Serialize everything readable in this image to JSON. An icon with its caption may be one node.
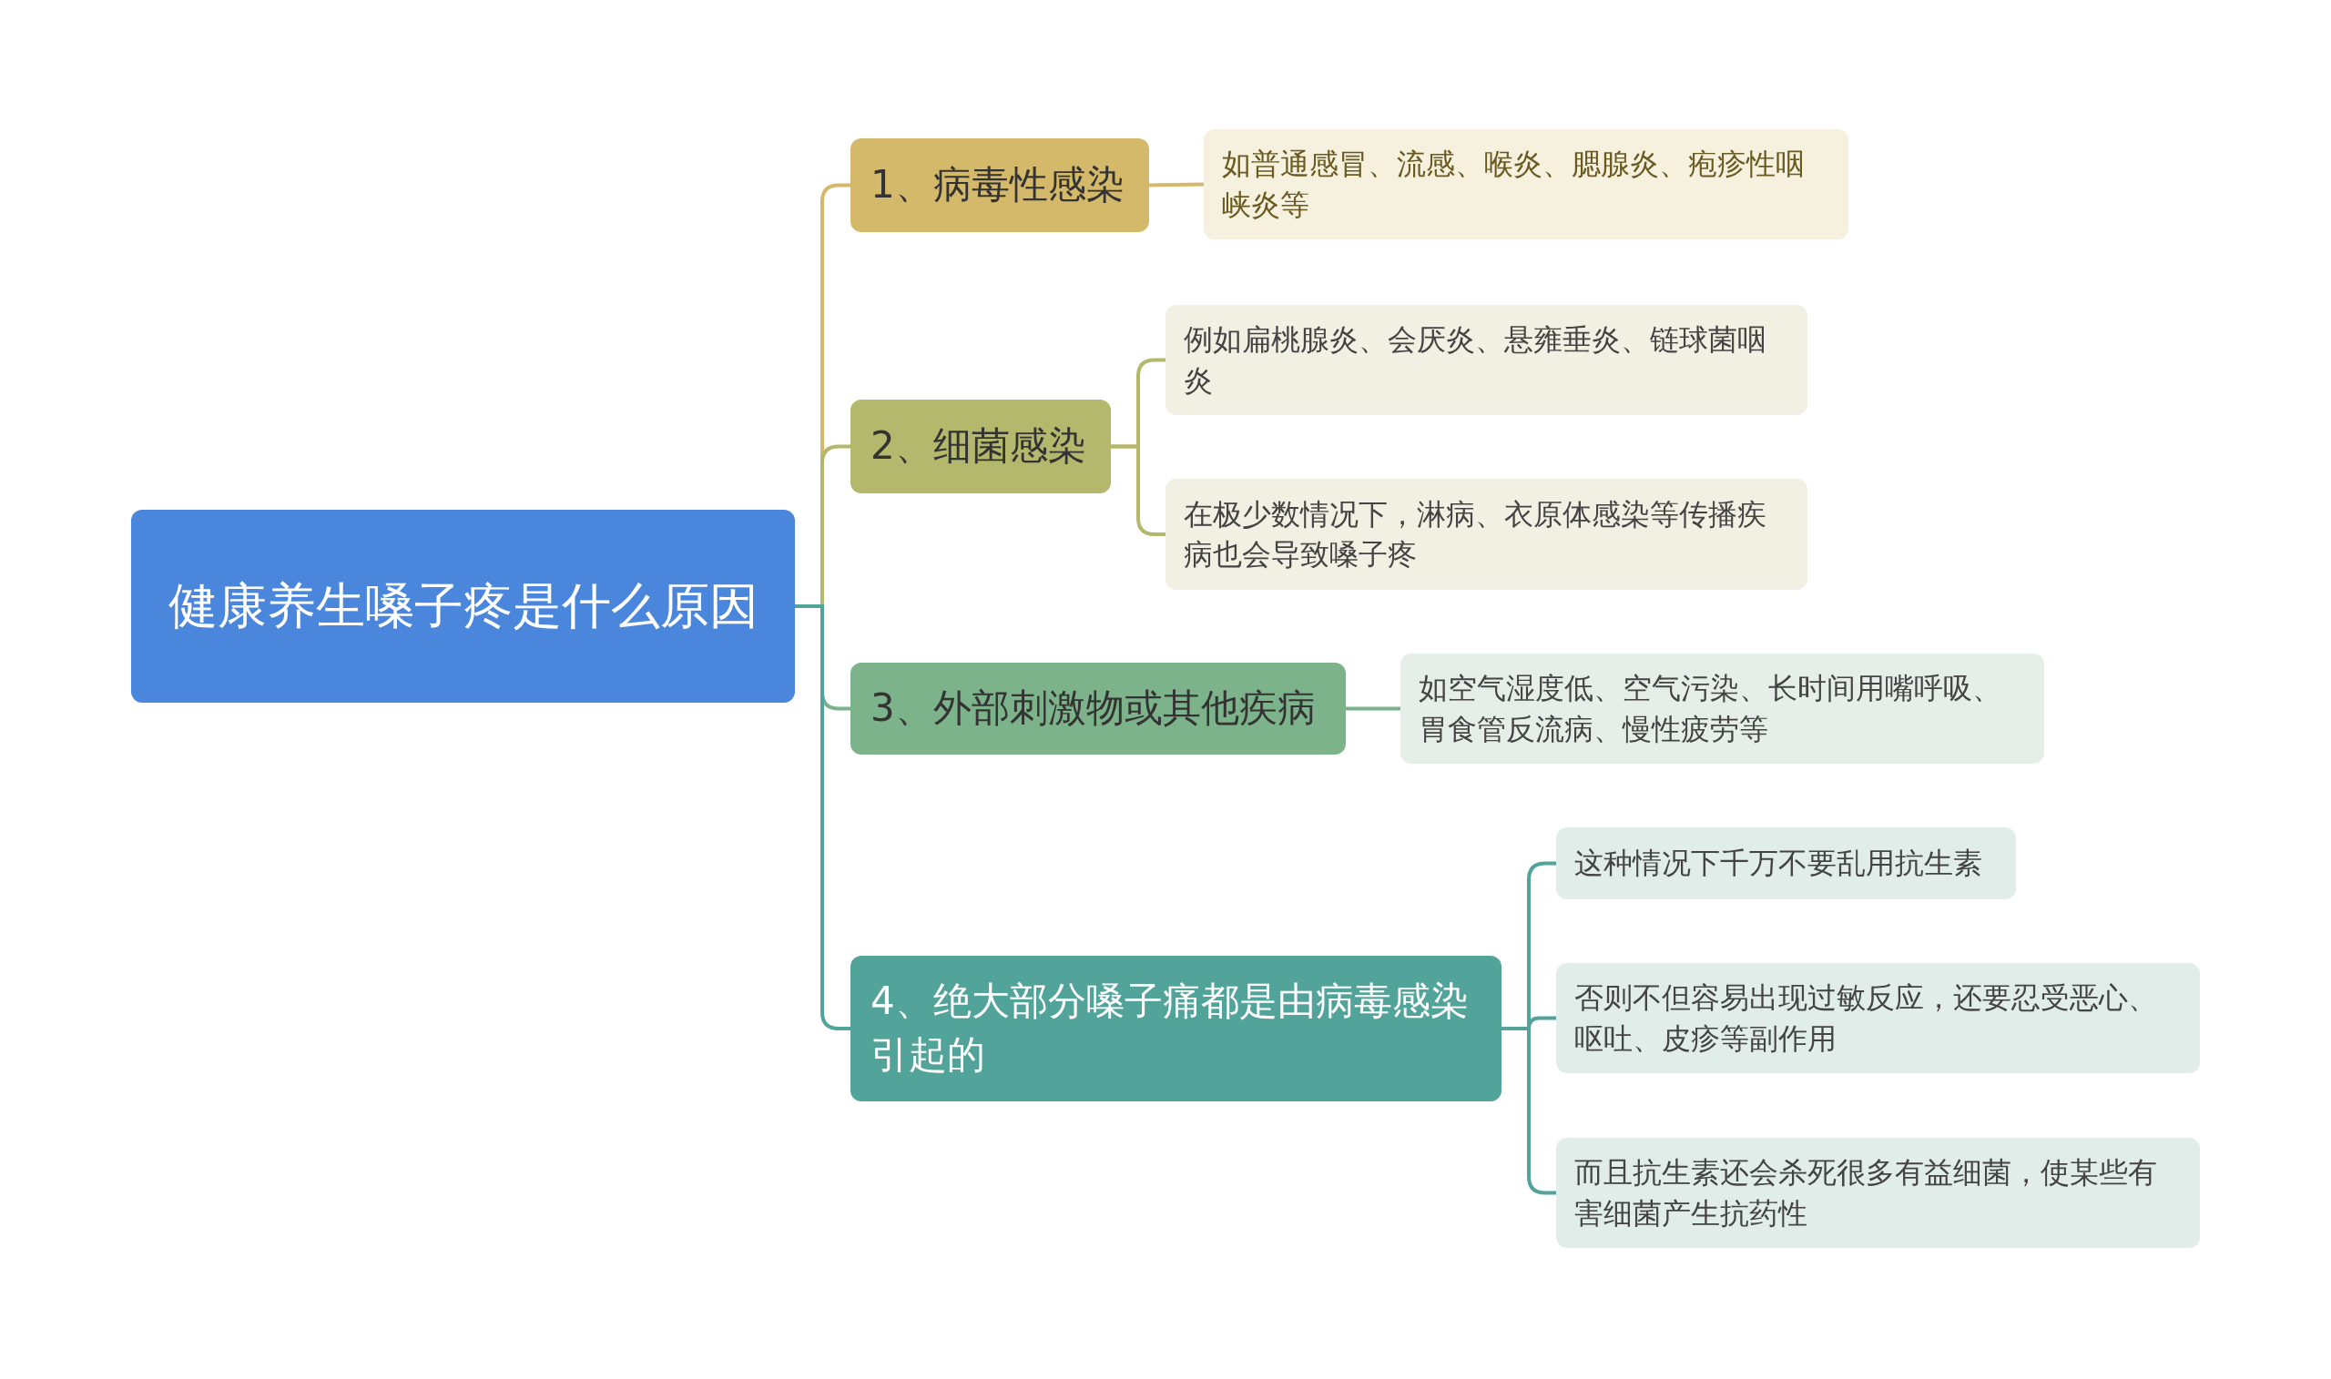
{
  "diagram": {
    "nodes": [
      {
        "text": [
          "健康养生嗓子疼是什么原因"
        ]
      },
      {
        "text": [
          "1、病毒性感染"
        ]
      },
      {
        "text": [
          "2、细菌感染"
        ]
      },
      {
        "text": [
          "3、外部刺激物或其他疾病"
        ]
      },
      {
        "text": [
          "4、绝大部分嗓子痛都是由病毒感染引起的"
        ]
      },
      {
        "text": [
          "如普通感冒、流感、喉炎、腮腺炎、疱疹性咽峡炎等"
        ]
      },
      {
        "text": [
          "例如扁桃腺炎、会厌炎、悬雍垂炎、链球菌咽炎"
        ]
      },
      {
        "text": [
          "在极少数情况下，淋病、衣原体感染等传播疾病也会导致嗓子疼"
        ]
      },
      {
        "text": [
          "如空气湿度低、空气污染、长时间用嘴呼吸、胃食管反流病、慢性疲劳等"
        ]
      },
      {
        "text": [
          "这种情况下千万不要乱用抗生素"
        ]
      },
      {
        "text": [
          "否则不但容易出现过敏反应，还要忍受恶心、呕吐、皮疹等副作用"
        ]
      },
      {
        "text": [
          "而且抗生素还会杀死很多有益细菌，使某些有害细菌产生抗药性"
        ]
      }
    ],
    "edges": [
      {
        "from": 0,
        "to": 1,
        "arrow": "none",
        "color": "#d4b96a"
      },
      {
        "from": 0,
        "to": 2,
        "arrow": "none",
        "color": "#b3b86c"
      },
      {
        "from": 0,
        "to": 3,
        "arrow": "none",
        "color": "#7db38a"
      },
      {
        "from": 0,
        "to": 4,
        "arrow": "none",
        "color": "#52a39a"
      },
      {
        "from": 1,
        "to": 5,
        "arrow": "none",
        "color": "#d4b96a"
      },
      {
        "from": 2,
        "to": 6,
        "arrow": "none",
        "color": "#b3b86c"
      },
      {
        "from": 2,
        "to": 7,
        "arrow": "none",
        "color": "#b3b86c"
      },
      {
        "from": 3,
        "to": 8,
        "arrow": "none",
        "color": "#7db38a"
      },
      {
        "from": 4,
        "to": 9,
        "arrow": "none",
        "color": "#52a39a"
      },
      {
        "from": 4,
        "to": 10,
        "arrow": "none",
        "color": "#52a39a"
      },
      {
        "from": 4,
        "to": 11,
        "arrow": "none",
        "color": "#52a39a"
      }
    ]
  }
}
